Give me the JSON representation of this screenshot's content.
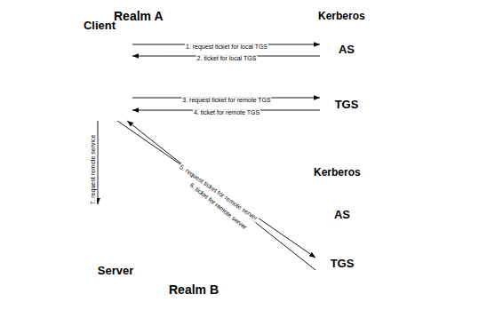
{
  "diagram": {
    "nodes": [
      {
        "text": [
          "Realm A"
        ]
      },
      {
        "text": [
          "Client"
        ],
        "in": 0
      },
      {
        "text": [
          "Kerberos"
        ],
        "in": 0
      },
      {
        "text": [
          "AS"
        ],
        "in": 2
      },
      {
        "text": [
          "TGS"
        ],
        "in": 2
      },
      {
        "text": [
          "Realm B"
        ]
      },
      {
        "text": [
          "Server"
        ],
        "in": 5
      },
      {
        "text": [
          "Kerberos"
        ],
        "in": 5
      },
      {
        "text": [
          "AS"
        ],
        "in": 7
      },
      {
        "text": [
          "TGS"
        ],
        "in": 7
      }
    ],
    "edges": [
      {
        "from": 1,
        "to": 3,
        "arrow": "to",
        "label": "1. request ticket for local TGS"
      },
      {
        "from": 3,
        "to": 1,
        "arrow": "to",
        "label": "2. ticket for local TGS"
      },
      {
        "from": 1,
        "to": 4,
        "arrow": "to",
        "label": "3. request ticket for remote TGS"
      },
      {
        "from": 4,
        "to": 1,
        "arrow": "to",
        "label": "4. ticket for remote TGS"
      },
      {
        "from": 1,
        "to": 9,
        "arrow": "to",
        "label": "5. request ticket for remote server"
      },
      {
        "from": 9,
        "to": 1,
        "arrow": "to",
        "label": "6. ticket for remote server"
      },
      {
        "from": 1,
        "to": 6,
        "arrow": "to",
        "label": "7. request remote service"
      }
    ]
  }
}
